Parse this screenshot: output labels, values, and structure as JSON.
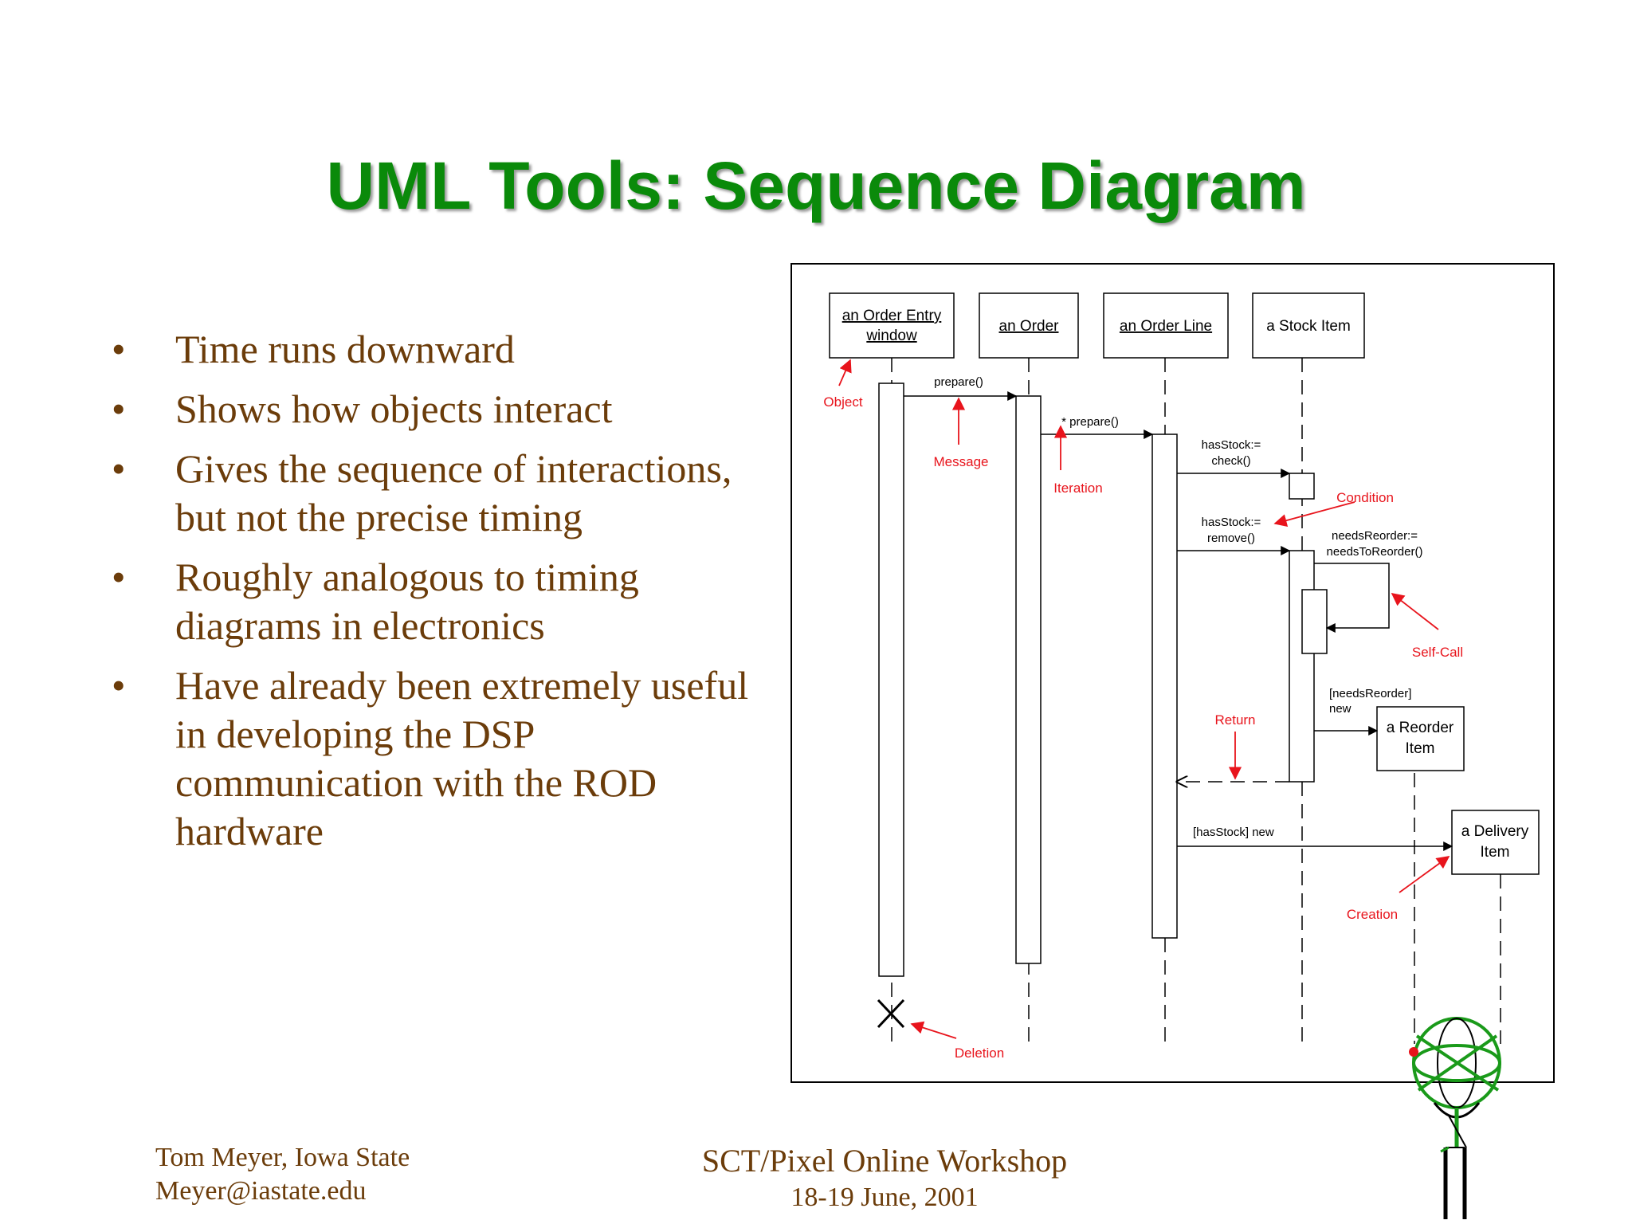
{
  "title": "UML Tools: Sequence Diagram",
  "bullets": [
    "Time runs downward",
    "Shows how objects interact",
    "Gives the sequence of interactions, but not the precise timing",
    "Roughly analogous to timing diagrams in electronics",
    "Have already been extremely useful in developing the DSP communication with the ROD hardware"
  ],
  "bullet_symbol": "•",
  "diagram": {
    "objects": {
      "order_entry_line1": "an Order Entry",
      "order_entry_line2": "window",
      "order": "an Order",
      "order_line": "an Order Line",
      "stock_item": "a Stock Item",
      "reorder_item_line1": "a Reorder",
      "reorder_item_line2": "Item",
      "delivery_item_line1": "a Delivery",
      "delivery_item_line2": "Item"
    },
    "messages": {
      "prepare": "prepare()",
      "star_prepare": "* prepare()",
      "check_line1": "hasStock:=",
      "check_line2": "check()",
      "remove_line1": "hasStock:=",
      "remove_line2": "remove()",
      "needs_line1": "needsReorder:=",
      "needs_line2": "needsToReorder()",
      "reorder_new_line1": "[needsReorder]",
      "reorder_new_line2": "new",
      "delivery_new": "[hasStock] new"
    },
    "annotations": {
      "object": "Object",
      "message": "Message",
      "iteration": "Iteration",
      "condition": "Condition",
      "self_call": "Self-Call",
      "return": "Return",
      "creation": "Creation",
      "deletion": "Deletion"
    },
    "colors": {
      "annotation": "#e8141c",
      "line": "#000000"
    }
  },
  "footer": {
    "author": "Tom Meyer, Iowa State",
    "email": "Meyer@iastate.edu",
    "event": "SCT/Pixel Online Workshop",
    "date": "18-19 June, 2001"
  },
  "colors": {
    "title": "#0a8a0a",
    "body_text": "#6b3c0a",
    "logo": "#1a9a1a"
  }
}
